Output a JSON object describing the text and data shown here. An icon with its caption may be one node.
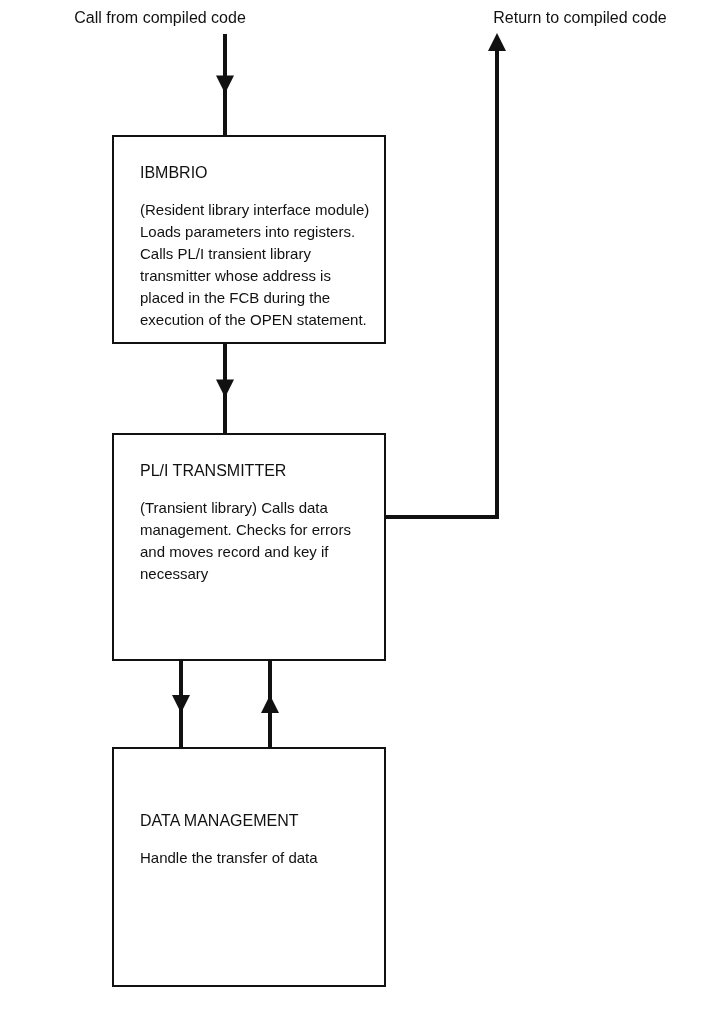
{
  "diagram": {
    "nodes": [
      {
        "text": [
          "Call from compiled code"
        ]
      },
      {
        "text": [
          "Return to compiled code"
        ]
      },
      {
        "text": [
          "IBMBRIO",
          "(Resident library interface module) Loads parameters into registers. Calls PL/I transient library transmitter whose address is placed in the FCB during the execution of the OPEN statement."
        ]
      },
      {
        "text": [
          "PL/I TRANSMITTER",
          "(Transient library) Calls data management. Checks for errors and moves record and key if necessary"
        ]
      },
      {
        "text": [
          "DATA MANAGEMENT",
          "Handle the transfer of data"
        ]
      }
    ],
    "edges": [
      {
        "from": 0,
        "to": 2,
        "arrow": "to"
      },
      {
        "from": 2,
        "to": 3,
        "arrow": "to"
      },
      {
        "from": 3,
        "to": 1,
        "arrow": "to"
      },
      {
        "from": 3,
        "to": 4,
        "arrow": "to"
      },
      {
        "from": 4,
        "to": 3,
        "arrow": "to"
      }
    ]
  }
}
